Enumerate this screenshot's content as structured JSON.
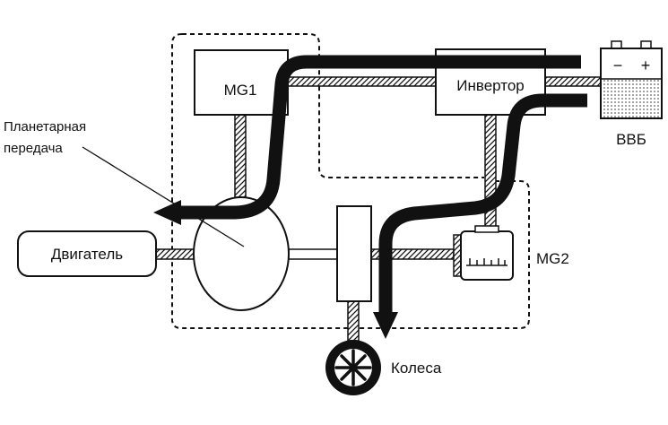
{
  "labels": {
    "mg1": "MG1",
    "inverter": "Инвертор",
    "planetary_line1": "Планетарная",
    "planetary_line2": "передача",
    "engine": "Двигатель",
    "mg2": "MG2",
    "battery": "ВВБ",
    "wheels": "Колеса",
    "battery_minus": "−",
    "battery_plus": "+"
  },
  "colors": {
    "line": "#111111",
    "flow_arrow": "#111111",
    "background": "#ffffff"
  }
}
